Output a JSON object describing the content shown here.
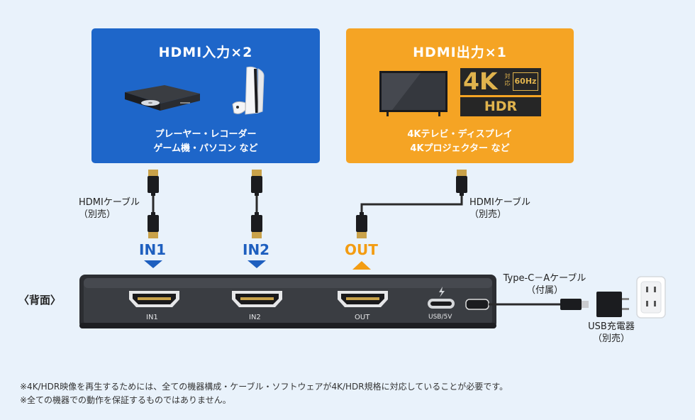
{
  "input_box": {
    "title": "HDMI入力×2",
    "desc_line1": "プレーヤー・レコーダー",
    "desc_line2": "ゲーム機・パソコン など"
  },
  "output_box": {
    "title": "HDMI出力×1",
    "desc_line1": "4Kテレビ・ディスプレイ",
    "desc_line2": "4Kプロジェクター など",
    "badge_4k": "4K",
    "badge_taio": "対応",
    "badge_hz": "60Hz",
    "badge_hdr": "HDR"
  },
  "cable_left": {
    "line1": "HDMIケーブル",
    "line2": "（別売）"
  },
  "cable_right": {
    "line1": "HDMIケーブル",
    "line2": "（別売）"
  },
  "ports": {
    "in1_label": "IN1",
    "in2_label": "IN2",
    "out_label": "OUT",
    "in1_text": "IN1",
    "in2_text": "IN2",
    "out_text": "OUT",
    "usb_text": "USB/5V"
  },
  "back_label": "〈背面〉",
  "usb_cable": {
    "line1": "Type-C－Aケーブル",
    "line2": "（付属）"
  },
  "charger": {
    "line1": "USB充電器",
    "line2": "（別売）"
  },
  "notes": [
    "※4K/HDR映像を再生するためには、全ての機器構成・ケーブル・ソフトウェアが4K/HDR規格に対応していることが必要です。",
    "※全ての機器での動作を保証するものではありません。"
  ],
  "colors": {
    "input_blue": "#1e66c9",
    "output_orange": "#f5a424",
    "arrow_blue": "#1e5fbf",
    "arrow_orange": "#f39c12"
  }
}
